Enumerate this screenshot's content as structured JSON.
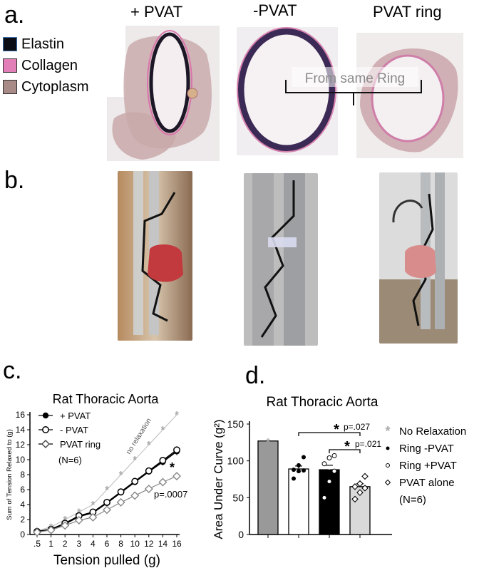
{
  "panel_a": {
    "letter": "a.",
    "columns": [
      "+ PVAT",
      "-PVAT",
      "PVAT ring"
    ],
    "legend": [
      {
        "label": "Elastin",
        "color": "#0b0d14"
      },
      {
        "label": "Collagen",
        "color": "#e27fb8"
      },
      {
        "label": "Cytoplasm",
        "color": "#a88a87"
      }
    ],
    "bracket_label": "From same Ring"
  },
  "panel_b": {
    "letter": "b."
  },
  "panel_c": {
    "letter": "c."
  },
  "panel_d": {
    "letter": "d."
  },
  "chart_data": [
    {
      "type": "line",
      "title": "Rat Thoracic Aorta",
      "xlabel": "Tension pulled (g)",
      "ylabel": "Sum of Tension Relaxed to (g)",
      "categories": [
        ".5",
        "1",
        "2",
        "3",
        "4",
        "6",
        "8",
        "10",
        "12",
        "14",
        "16"
      ],
      "ylim": [
        0,
        16
      ],
      "yticks": [
        0,
        2,
        4,
        6,
        8,
        10,
        12,
        14,
        16
      ],
      "series": [
        {
          "name": "no relaxation",
          "values": [
            0.5,
            1,
            2,
            3,
            4,
            6,
            8,
            10,
            12,
            14,
            16
          ],
          "color": "#aaaaaa"
        },
        {
          "name": "+ PVAT",
          "values": [
            0.4,
            0.7,
            1.4,
            2.4,
            2.9,
            4.2,
            5.6,
            7.0,
            8.4,
            9.7,
            11.1
          ],
          "color": "#000000"
        },
        {
          "name": "- PVAT",
          "values": [
            0.4,
            0.7,
            1.5,
            2.5,
            3.0,
            4.3,
            5.7,
            7.1,
            8.5,
            9.9,
            11.3
          ],
          "color": "#000000"
        },
        {
          "name": "PVAT ring",
          "values": [
            0.3,
            0.6,
            1.2,
            1.9,
            2.3,
            3.3,
            4.3,
            5.2,
            6.1,
            7.0,
            7.8
          ],
          "color": "#555555"
        }
      ],
      "legend": [
        "+ PVAT",
        "- PVAT",
        "PVAT ring"
      ],
      "annotations": {
        "no_relax": "no relaxation",
        "n": "(N=6)",
        "star": "*",
        "p": "p=.0007"
      }
    },
    {
      "type": "bar",
      "title": "Rat Thoracic Aorta",
      "ylabel": "Area Under Curve (g²)",
      "ylim": [
        0,
        150
      ],
      "yticks": [
        0,
        50,
        100,
        150
      ],
      "categories": [
        "No Relaxation",
        "Ring -PVAT",
        "Ring +PVAT",
        "PVAT alone"
      ],
      "values": [
        127,
        89,
        88,
        65
      ],
      "errors": [
        0,
        4,
        6,
        4
      ],
      "fills": [
        "#999999",
        "#ffffff",
        "#000000",
        "#d9d9d9"
      ],
      "points": [
        [],
        [
          76,
          86,
          87,
          88,
          94,
          105
        ],
        [
          50,
          72,
          86,
          96,
          104,
          107
        ],
        [
          48,
          57,
          63,
          65,
          69,
          79
        ]
      ],
      "legend": [
        "No Relaxation",
        "Ring -PVAT",
        "Ring +PVAT",
        "PVAT alone"
      ],
      "annotations": {
        "p1": "p=.027",
        "p2": "p=.021",
        "star": "*",
        "n": "(N=6)"
      }
    }
  ]
}
